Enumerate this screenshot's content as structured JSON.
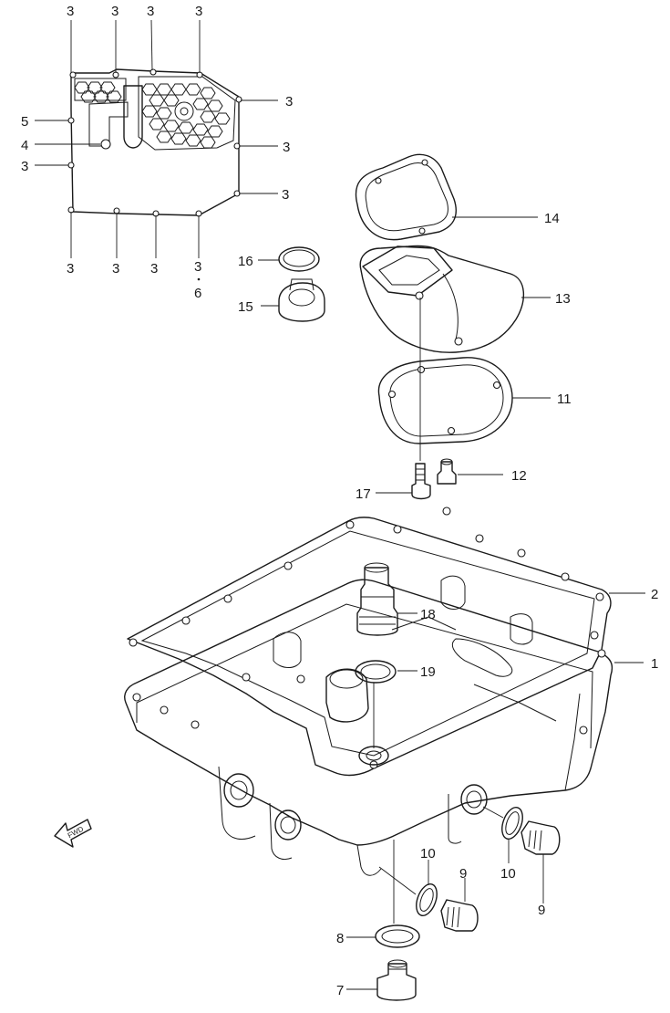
{
  "callouts": {
    "c1": "1",
    "c2": "2",
    "c3": "3",
    "c4": "4",
    "c5": "5",
    "c6": "6",
    "c7": "7",
    "c8": "8",
    "c9": "9",
    "c10": "10",
    "c11": "11",
    "c12": "12",
    "c13": "13",
    "c14": "14",
    "c15": "15",
    "c16": "16",
    "c17": "17",
    "c18": "18",
    "c19": "19"
  },
  "fwd_label": "FWD"
}
